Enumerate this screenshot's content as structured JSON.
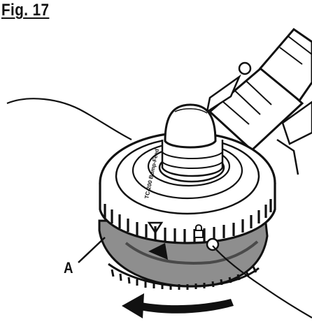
{
  "figure": {
    "title": "Fig. 17"
  },
  "labels": {
    "callout_a": "A",
    "housing_text": "TC-200 Bump-Feed"
  },
  "colors": {
    "ink": "#111111",
    "spool_gray": "#8e8e8e",
    "dark_gray": "#5a5a5a"
  }
}
